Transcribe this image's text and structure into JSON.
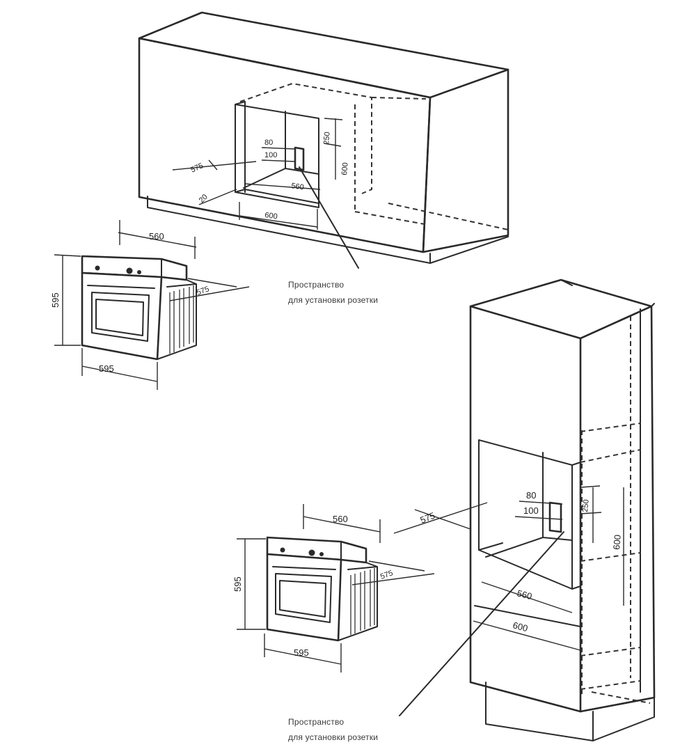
{
  "top_installation": {
    "dims": {
      "d575": "575",
      "d80": "80",
      "d100": "100",
      "d250": "250",
      "d600v": "600",
      "d560": "560",
      "d600": "600",
      "d20": "20"
    },
    "caption_line1": "Пространство",
    "caption_line2": "для установки розетки"
  },
  "oven_top": {
    "width_top": "560",
    "height": "595",
    "width_bottom": "595",
    "depth": "575"
  },
  "column_installation": {
    "dims": {
      "d575": "575",
      "d80": "80",
      "d100": "100",
      "d250": "250",
      "d600v": "600",
      "d560": "560",
      "d600": "600"
    },
    "caption_line1": "Пространство",
    "caption_line2": "для установки розетки"
  },
  "oven_bottom": {
    "width_top": "560",
    "height": "595",
    "width_bottom": "595",
    "depth": "575"
  }
}
